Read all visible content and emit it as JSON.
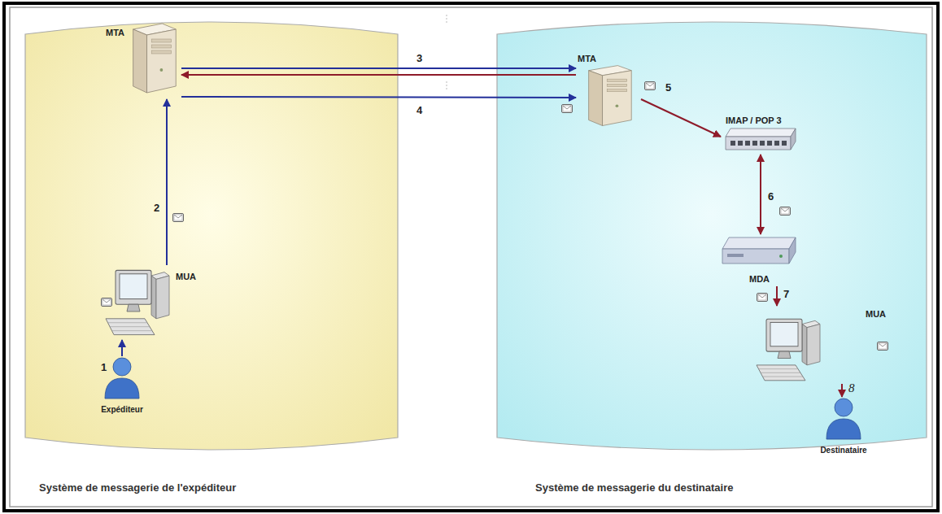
{
  "diagram": {
    "nodes": [
      {
        "text": [
          "Système de messagerie de l'expéditeur"
        ]
      },
      {
        "text": [
          "MTA"
        ],
        "in": 0
      },
      {
        "text": [
          "MUA"
        ],
        "in": 0
      },
      {
        "text": [
          "Expéditeur"
        ],
        "in": 0
      },
      {
        "text": [
          "Système de messagerie du destinataire"
        ]
      },
      {
        "text": [
          "MTA"
        ],
        "in": 4
      },
      {
        "text": [
          "IMAP / POP 3"
        ],
        "in": 4
      },
      {
        "text": [
          "MDA"
        ],
        "in": 4
      },
      {
        "text": [
          "MUA"
        ],
        "in": 4
      },
      {
        "text": [
          "Destinataire"
        ],
        "in": 4
      }
    ],
    "edges": [
      {
        "from": 3,
        "to": 2,
        "arrow": "to",
        "label": "1"
      },
      {
        "from": 2,
        "to": 1,
        "arrow": "to",
        "label": "2"
      },
      {
        "from": 1,
        "to": 5,
        "arrow": "to",
        "label": "3"
      },
      {
        "from": 5,
        "to": 1,
        "arrow": "to"
      },
      {
        "from": 1,
        "to": 5,
        "arrow": "to",
        "label": "4"
      },
      {
        "from": 5,
        "to": 6,
        "arrow": "to",
        "label": "5"
      },
      {
        "from": 6,
        "to": 7,
        "arrow": "both",
        "label": "6"
      },
      {
        "from": 7,
        "to": 8,
        "arrow": "to",
        "label": "7"
      },
      {
        "from": 8,
        "to": 9,
        "arrow": "to",
        "label": "8"
      }
    ]
  }
}
